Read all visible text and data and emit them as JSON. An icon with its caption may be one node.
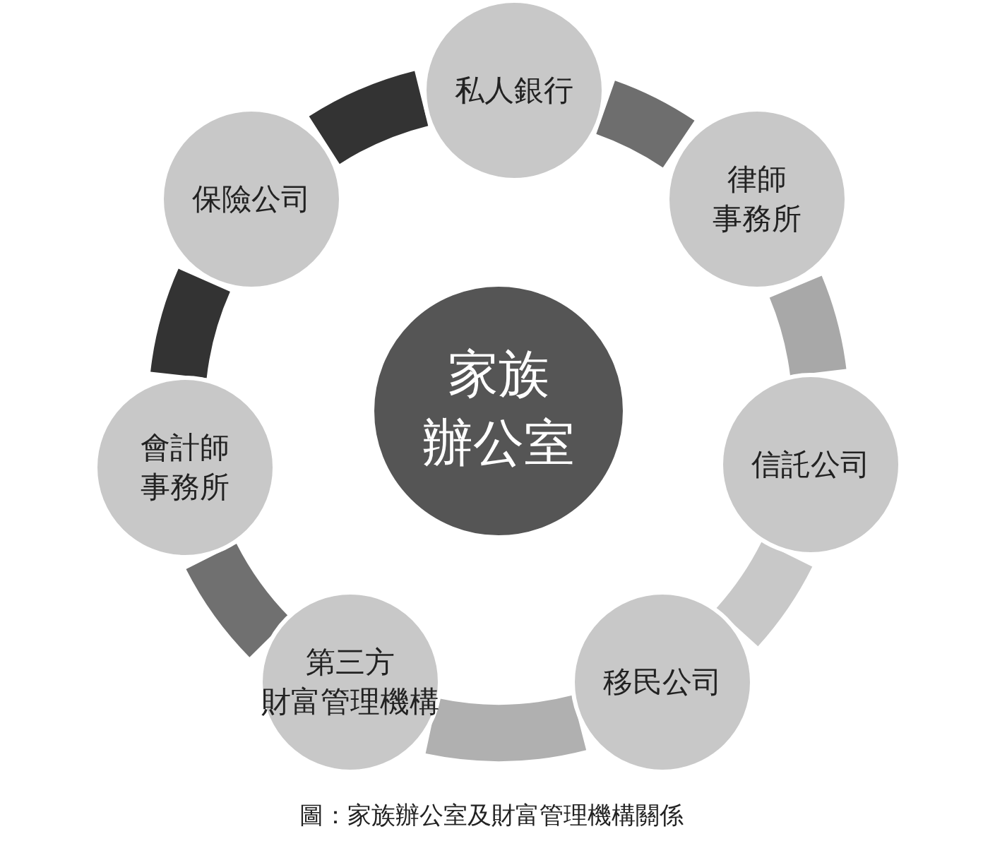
{
  "diagram": {
    "caption": "圖：家族辦公室及財富管理機構關係",
    "nodes": [
      {
        "text": [
          "家族辦公室"
        ]
      },
      {
        "text": [
          "私人銀行"
        ]
      },
      {
        "text": [
          "律師事務所"
        ]
      },
      {
        "text": [
          "信託公司"
        ]
      },
      {
        "text": [
          "移民公司"
        ]
      },
      {
        "text": [
          "第三方財富管理機構"
        ]
      },
      {
        "text": [
          "會計師事務所"
        ]
      },
      {
        "text": [
          "保險公司"
        ]
      }
    ],
    "edges": [
      {
        "from": 1,
        "to": 2,
        "arrow": "none",
        "color": "#6e6e6e"
      },
      {
        "from": 2,
        "to": 3,
        "arrow": "none",
        "color": "#a8a8a8"
      },
      {
        "from": 3,
        "to": 4,
        "arrow": "none",
        "color": "#c8c8c8"
      },
      {
        "from": 4,
        "to": 5,
        "arrow": "none",
        "color": "#b0b0b0"
      },
      {
        "from": 5,
        "to": 6,
        "arrow": "none",
        "color": "#707070"
      },
      {
        "from": 6,
        "to": 7,
        "arrow": "none",
        "color": "#333333"
      },
      {
        "from": 7,
        "to": 1,
        "arrow": "none",
        "color": "#333333"
      }
    ]
  }
}
